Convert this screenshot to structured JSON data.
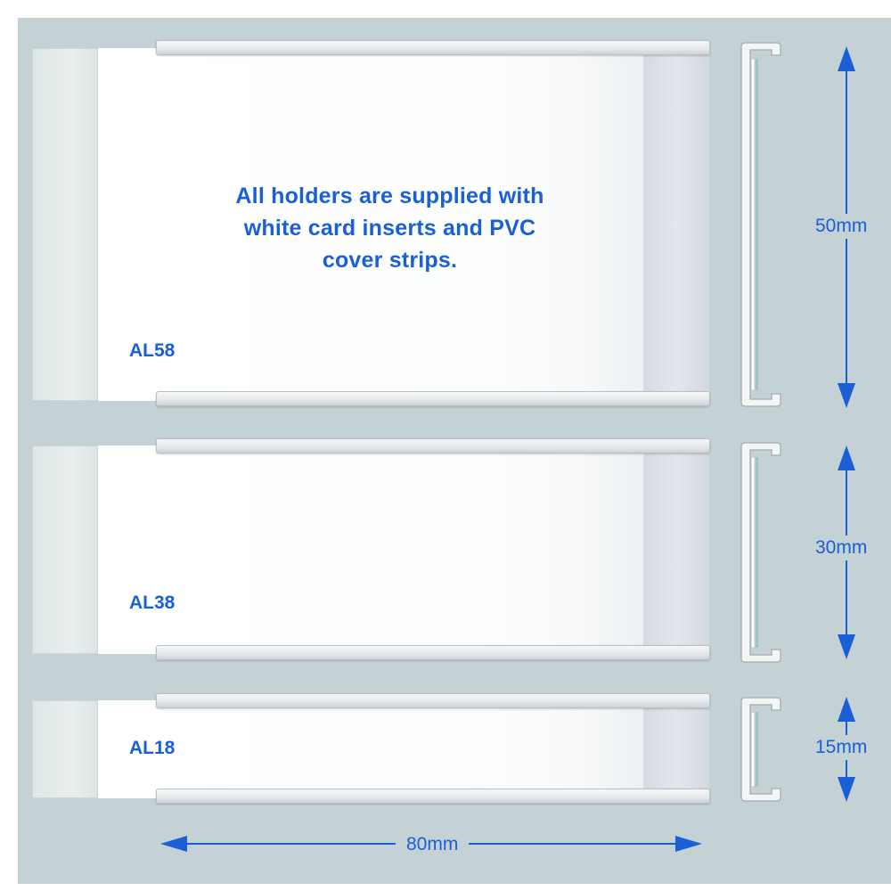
{
  "note": {
    "line1": "All holders are supplied with",
    "line2": "white card inserts and PVC",
    "line3": "cover strips."
  },
  "holders": [
    {
      "model": "AL58",
      "height": "50mm"
    },
    {
      "model": "AL38",
      "height": "30mm"
    },
    {
      "model": "AL18",
      "height": "15mm"
    }
  ],
  "width_dimension": "80mm",
  "colors": {
    "background": "#c4d1d5",
    "text_accent": "#1a5fd6",
    "card": "#ffffff",
    "pvc_strip": "#e3eae9",
    "rail": "#eceff1"
  }
}
